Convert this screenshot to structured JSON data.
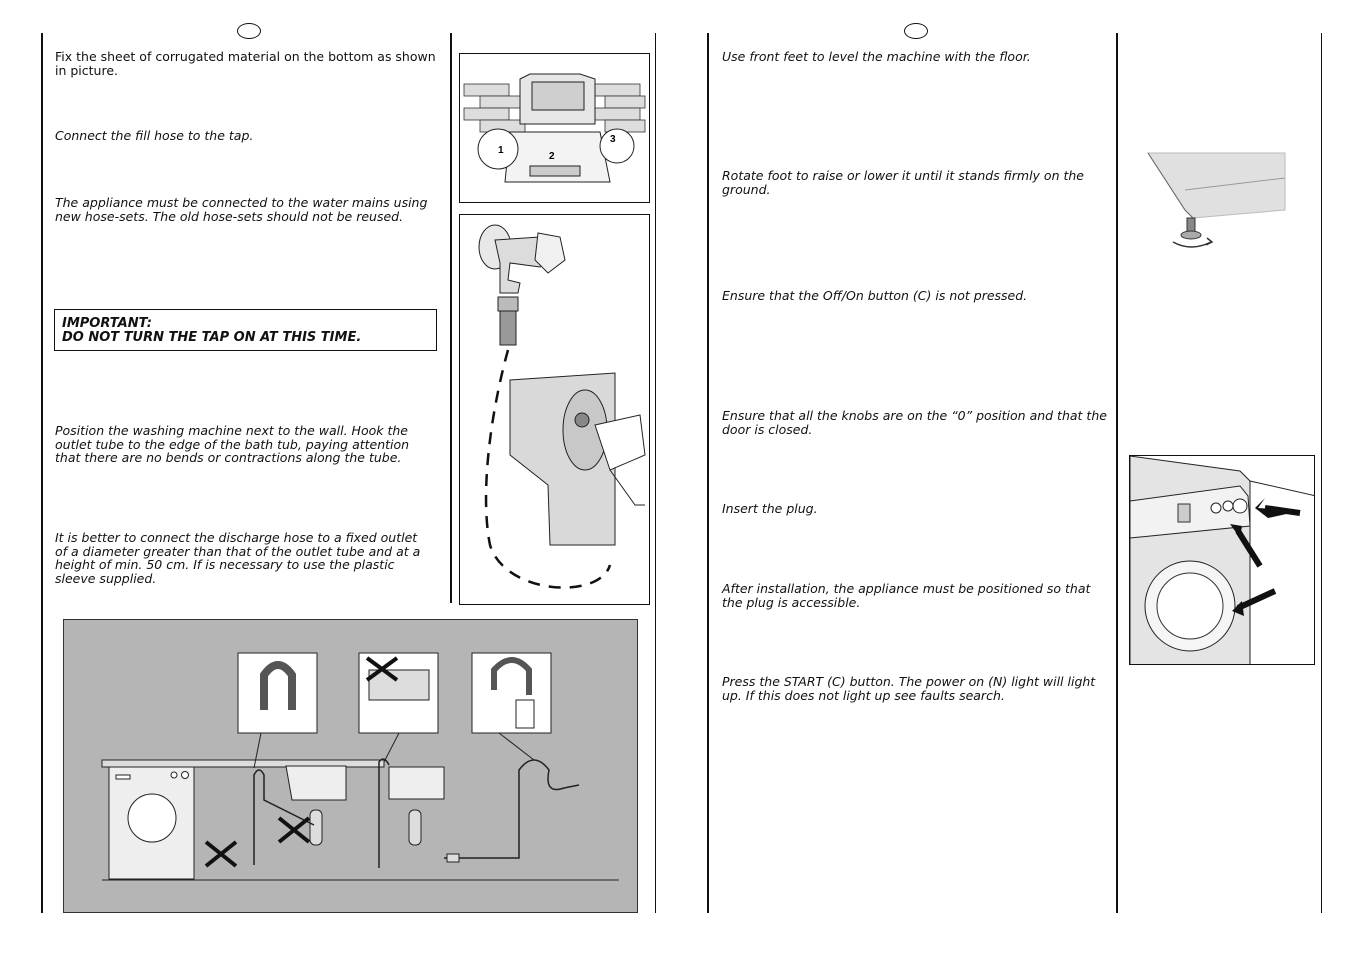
{
  "left_page": {
    "p1": "Fix the sheet of corrugated material on the bottom as shown in picture.",
    "p2": "Connect the fill hose to the tap.",
    "p3": "The appliance must be connected to the water mains using new hose-sets. The old hose-sets should not be reused.",
    "important_title": "IMPORTANT:",
    "important_text": "DO NOT TURN THE TAP ON AT THIS TIME.",
    "p4": "Position the washing machine next to the wall. Hook the outlet tube to the edge of the bath tub, paying attention that there are no bends or contractions along the tube.",
    "p5": "It is better to connect the discharge hose to a fixed outlet of a diameter greater than that of the outlet tube and at a height of min. 50 cm. If is necessary to use the plastic sleeve supplied."
  },
  "right_page": {
    "p1": "Use front feet to level the machine with the floor.",
    "p2": "Rotate foot to raise or lower it until it stands firmly on the ground.",
    "p3": "Ensure that the Off/On button (C) is not pressed.",
    "p4": "Ensure that all the knobs are on the “0” position and that the door is closed.",
    "p5": "Insert the plug.",
    "p6": "After installation, the appliance must be positioned so that the plug is accessible.",
    "p7": "Press the START (C) button. The power on (N) light will light up. If this does not light up see faults search."
  },
  "figures": {
    "bottom_step_1": "1",
    "bottom_step_2": "2",
    "bottom_step_3": "3"
  },
  "colors": {
    "diagram_bg": "#b5b5b5",
    "line": "#111111"
  }
}
